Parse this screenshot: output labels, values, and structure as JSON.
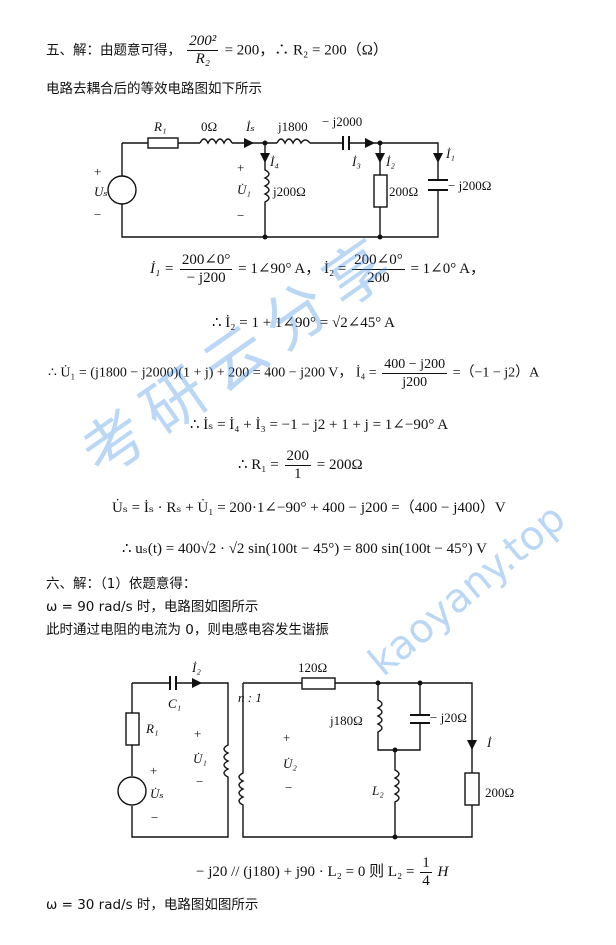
{
  "section5": {
    "heading": "五、解：由题意可得，",
    "frac_num": "200²",
    "frac_den": "R₂",
    "after": "= 200，∴ R₂ = 200（Ω）",
    "intro": "电路去耦合后的等效电路图如下所示"
  },
  "circuit1": {
    "R1": "R₁",
    "L0": "0Ω",
    "Is": "İₛ",
    "L1800": "j1800",
    "C2000": "− j2000",
    "I4": "İ₄",
    "I3": "İ₃",
    "I2": "İ₂",
    "I1": "İ₁",
    "plus": "+",
    "minus": "−",
    "Us": "Uₛ",
    "U1": "U̇₁",
    "Lj200": "j200Ω",
    "R200": "200Ω",
    "Cj200": "− j200Ω"
  },
  "equations": {
    "e1_lhs": "İ₁ =",
    "e1_num": "200∠0°",
    "e1_den": "− j200",
    "e1_mid": "= 1∠90° A，  İ₂ =",
    "e1_num2": "200∠0°",
    "e1_den2": "200",
    "e1_end": "= 1∠0° A，",
    "e2": "∴ İ₂ = 1 + 1∠90° = √2∠45° A",
    "e3_a": "∴ U̇₁ = (j1800 − j2000)(1 + j) + 200 = 400 − j200 V，  İ₄ =",
    "e3_num": "400 − j200",
    "e3_den": "j200",
    "e3_end": "=（−1 − j2）A",
    "e4": "∴ İₛ = İ₄ + İ₃ = −1 − j2 + 1 + j = 1∠−90° A",
    "e5_a": "∴ R₁ =",
    "e5_num": "200",
    "e5_den": "1",
    "e5_end": "= 200Ω",
    "e6": "U̇ₛ = İₛ · Rₛ + U̇₁ = 200·1∠−90° + 400 − j200 =（400 − j400）V",
    "e7": "∴ uₛ(t) = 400√2 · √2 sin(100t − 45°) = 800 sin(100t − 45°) V"
  },
  "section6": {
    "heading": "六、解：（1）依题意得：",
    "line1": "ω = 90 rad/s 时，电路图如图所示",
    "line2": "此时通过电阻的电流为 0，则电感电容发生谐振",
    "eq_a": "− j20 // (j180) + j90 · L₂ = 0 则 L₂ =",
    "eq_num": "1",
    "eq_den": "4",
    "eq_end": "H",
    "line3": "ω = 30 rad/s 时，电路图如图所示"
  },
  "circuit2": {
    "I2": "İ₂",
    "C1": "C₁",
    "ratio": "n : 1",
    "R1": "R₁",
    "plus": "+",
    "minus": "−",
    "U1": "U̇₁",
    "Us": "U̇ₛ",
    "U2": "U̇₂",
    "R120": "120Ω",
    "Lj180": "j180Ω",
    "Cj20": "− j20Ω",
    "I": "İ",
    "L2": "L₂",
    "R200": "200Ω"
  },
  "watermark": {
    "cn": "考研云分享",
    "url": "kaoyany.top",
    "color": "#3b8fe6"
  }
}
